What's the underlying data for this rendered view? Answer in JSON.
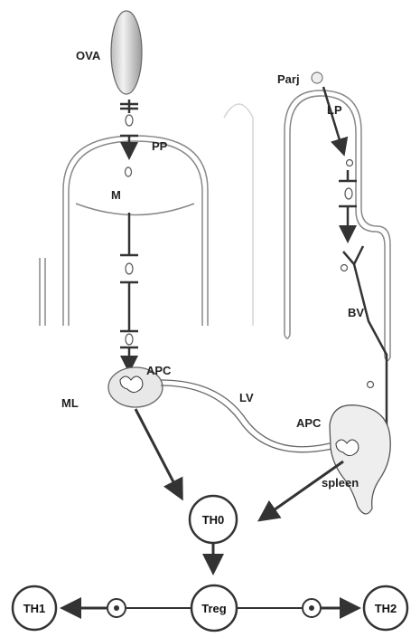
{
  "labels": {
    "ova": "OVA",
    "parj": "Parj",
    "pp": "PP",
    "lp": "LP",
    "m": "M",
    "bv": "BV",
    "apc_left": "APC",
    "apc_right": "APC",
    "ml": "ML",
    "lv": "LV",
    "spleen": "spleen"
  },
  "nodes": {
    "th0": "TH0",
    "treg": "Treg",
    "th1": "TH1",
    "th2": "TH2"
  },
  "inhibitor_symbol": "⊙"
}
